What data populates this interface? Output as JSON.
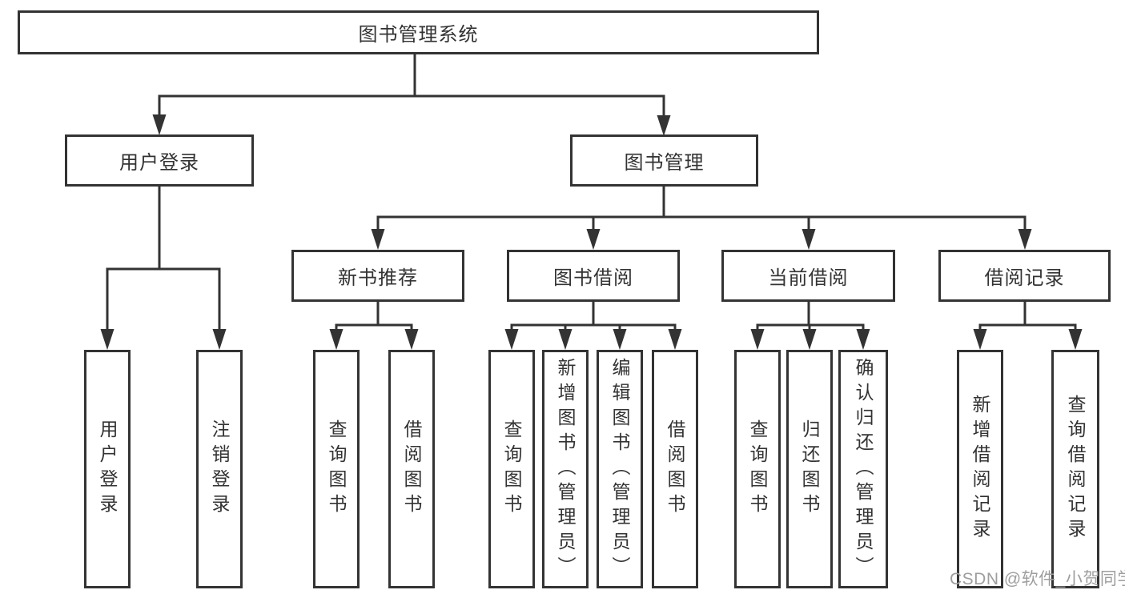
{
  "diagram": {
    "type": "tree",
    "tree": {
      "label": "图书管理系统",
      "children": [
        {
          "label": "用户登录",
          "children": [
            {
              "label": "用户登录"
            },
            {
              "label": "注销登录"
            }
          ]
        },
        {
          "label": "图书管理",
          "children": [
            {
              "label": "新书推荐",
              "children": [
                {
                  "label": "查询图书"
                },
                {
                  "label": "借阅图书"
                }
              ]
            },
            {
              "label": "图书借阅",
              "children": [
                {
                  "label": "查询图书"
                },
                {
                  "label": "新增图书（管理员）"
                },
                {
                  "label": "编辑图书（管理员）"
                },
                {
                  "label": "借阅图书"
                }
              ]
            },
            {
              "label": "当前借阅",
              "children": [
                {
                  "label": "查询图书"
                },
                {
                  "label": "归还图书"
                },
                {
                  "label": "确认归还（管理员）"
                }
              ]
            },
            {
              "label": "借阅记录",
              "children": [
                {
                  "label": "新增借阅记录"
                },
                {
                  "label": "查询借阅记录"
                }
              ]
            }
          ]
        }
      ]
    }
  },
  "colors": {
    "line": "#333333",
    "box_border": "#333333",
    "text": "#333333",
    "background": "#ffffff",
    "watermark_text": "#9e9e9e"
  },
  "watermark": {
    "text": "CSDN @软件_小贺同学"
  }
}
